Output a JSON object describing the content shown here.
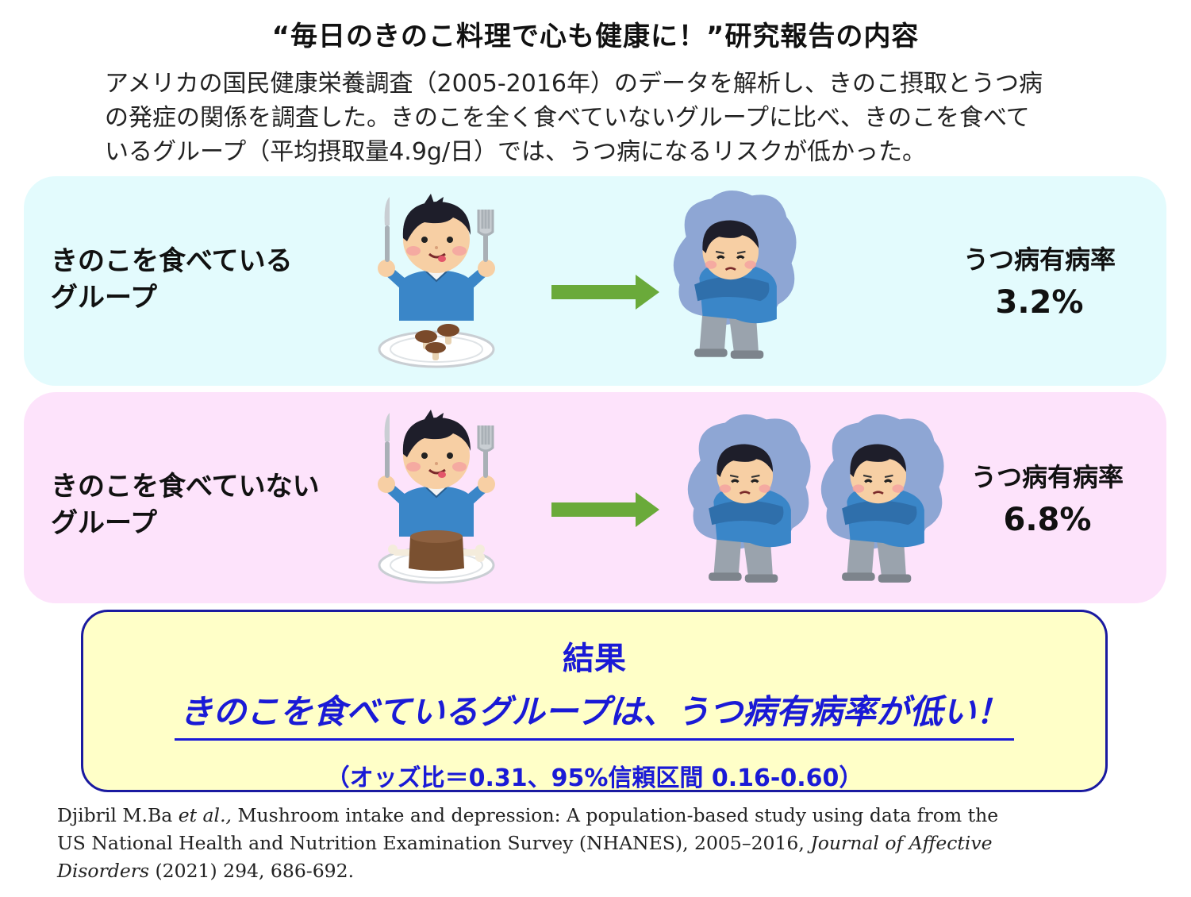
{
  "title": "“毎日のきのこ料理で心も健康に！”研究報告の内容",
  "intro_lines": [
    "アメリカの国民健康栄養調査（2005-2016年）のデータを解析し、きのこ摂取とうつ病",
    "の発症の関係を調査した。きのこを全く食べていないグループに比べ、きのこを食べて",
    "いるグループ（平均摂取量4.9g/日）では、うつ病になるリスクが低かった。"
  ],
  "groups": [
    {
      "label_line1": "きのこを食べている",
      "label_line2": "グループ",
      "rate_label": "うつ病有病率",
      "rate_value": "3.2%",
      "prevalence_percent": 3.2,
      "food": "mushrooms"
    },
    {
      "label_line1": "きのこを食べていない",
      "label_line2": "グループ",
      "rate_label": "うつ病有病率",
      "rate_value": "6.8%",
      "prevalence_percent": 6.8,
      "food": "meat"
    }
  ],
  "result": {
    "heading": "結果",
    "main": "きのこを食べているグループは、うつ病有病率が低い！",
    "stats": "（オッズ比＝0.31、95%信頼区間 0.16-0.60）"
  },
  "citation": {
    "authors": "Djibril M.Ba ",
    "etal": "et al.,",
    "title_line1": " Mushroom intake and depression: A population-based study using data from the",
    "title_line2": "US National Health and Nutrition Examination Survey (NHANES), 2005–2016, ",
    "journal_part1": "Journal of Affective",
    "journal_part2": "Disorders",
    "tail": " (2021)  294, 686-692."
  },
  "colors": {
    "panel_eat": "#e3fbfd",
    "panel_noeat": "#fde3fb",
    "arrow": "#6aaa3a",
    "result_bg": "#ffffc8",
    "result_text": "#1a1ad6",
    "shirt": "#3a86c8",
    "depression_cloud": "#8ea6d4"
  },
  "icons": [
    "boy-eating-icon",
    "mushroom-icon",
    "meat-icon",
    "depressed-boy-icon",
    "arrow-right-icon"
  ]
}
